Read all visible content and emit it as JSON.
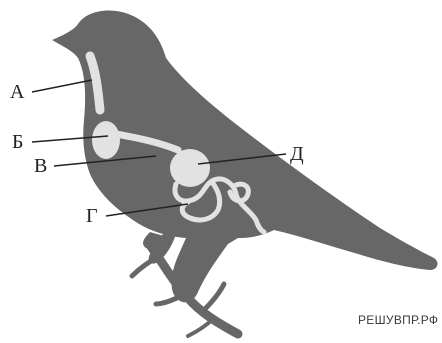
{
  "diagram": {
    "labels": {
      "a": "А",
      "b": "Б",
      "v": "В",
      "g": "Г",
      "d": "Д"
    },
    "watermark": "РЕШУВПР.РФ"
  },
  "colors": {
    "body": "#676767",
    "organs": "#e2e2e2",
    "lines": "#222222",
    "background": "#ffffff"
  }
}
